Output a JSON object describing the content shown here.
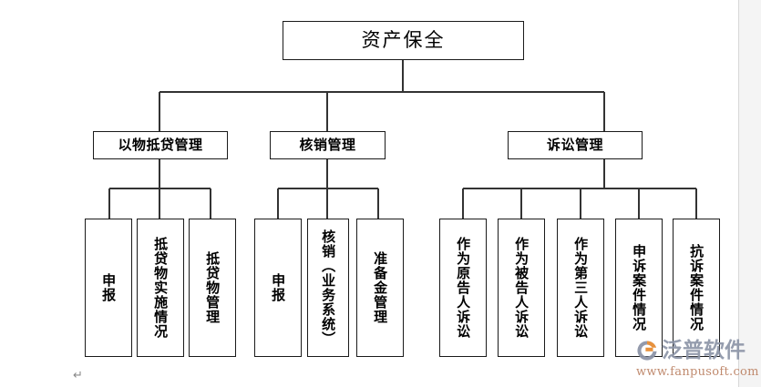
{
  "document": {
    "type": "organization-chart",
    "paragraph_mark": "↵"
  },
  "chart_data": {
    "type": "tree",
    "title": "资产保全",
    "root": {
      "label": "资产保全",
      "level": 0
    },
    "level2": [
      {
        "label": "以物抵贷管理"
      },
      {
        "label": "核销管理"
      },
      {
        "label": "诉讼管理"
      }
    ],
    "leaves": {
      "以物抵贷管理": [
        "申报",
        "抵贷物实施情况",
        "抵贷物管理"
      ],
      "核销管理": [
        "申报",
        "核销（业务系统）",
        "准备金管理"
      ],
      "诉讼管理": [
        "作为原告人诉讼",
        "作为被告人诉讼",
        "作为第三人诉讼",
        "申诉案件情况",
        "抗诉案件情况"
      ]
    }
  },
  "nodes": {
    "root": "资产保全",
    "branch_1": "以物抵贷管理",
    "branch_2": "核销管理",
    "branch_3": "诉讼管理",
    "leaf_1_1": "申报",
    "leaf_1_2": "抵贷物实施情况",
    "leaf_1_3": "抵贷物管理",
    "leaf_2_1": "申报",
    "leaf_2_2": "核销（业务系统）",
    "leaf_2_3": "准备金管理",
    "leaf_3_1": "作为原告人诉讼",
    "leaf_3_2": "作为被告人诉讼",
    "leaf_3_3": "作为第三人诉讼",
    "leaf_3_4": "申诉案件情况",
    "leaf_3_5": "抗诉案件情况"
  },
  "watermark": {
    "brand_cn": "泛普软件",
    "url": "www.fanpusoft.com",
    "logo_color_blue": "#8d95a8",
    "logo_color_orange": "#e8913c"
  },
  "colors": {
    "box_border": "#1a1a1a",
    "box_fill": "#ffffff",
    "connector": "#333333",
    "page_background": "#ffffff",
    "margin_strip": "#f4f4f4",
    "watermark_cn": "#8d95a8",
    "watermark_url": "#c08a6e"
  }
}
